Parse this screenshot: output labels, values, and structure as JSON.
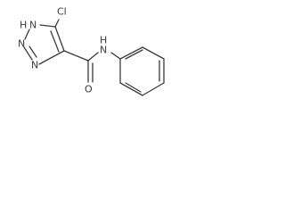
{
  "molecule": {
    "atoms": {
      "cl": "Cl",
      "nh_n": "N",
      "nh_h": "H",
      "n2": "N",
      "n3": "N",
      "amide_n": "N",
      "amide_h": "H",
      "o": "O"
    }
  }
}
